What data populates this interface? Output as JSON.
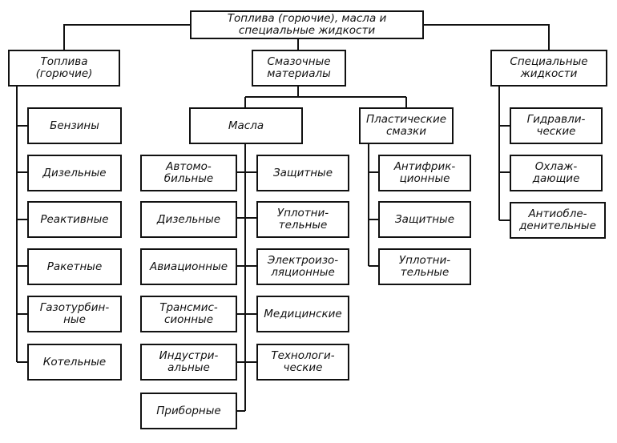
{
  "root": "Топлива (горючие), масла и\nспециальные жидкости",
  "fuels": {
    "title": "Топлива\n(горючие)",
    "items": [
      "Бензины",
      "Дизельные",
      "Реактивные",
      "Ракетные",
      "Газотурбин-\nные",
      "Котельные"
    ]
  },
  "lubricants": {
    "title": "Смазочные\nматериалы",
    "oils": {
      "title": "Масла",
      "left": [
        "Автомо-\nбильные",
        "Дизельные",
        "Авиационные",
        "Трансмис-\nсионные",
        "Индустри-\nальные",
        "Приборные"
      ],
      "right": [
        "Защитные",
        "Уплотни-\nтельные",
        "Электроизо-\nляционные",
        "Медицинские",
        "Технологи-\nческие"
      ]
    },
    "greases": {
      "title": "Пластические\nсмазки",
      "items": [
        "Антифрик-\nционные",
        "Защитные",
        "Уплотни-\nтельные"
      ]
    }
  },
  "special": {
    "title": "Специальные\nжидкости",
    "items": [
      "Гидравли-\nческие",
      "Охлаж-\nдающие",
      "Антиобле-\nденительные"
    ]
  }
}
